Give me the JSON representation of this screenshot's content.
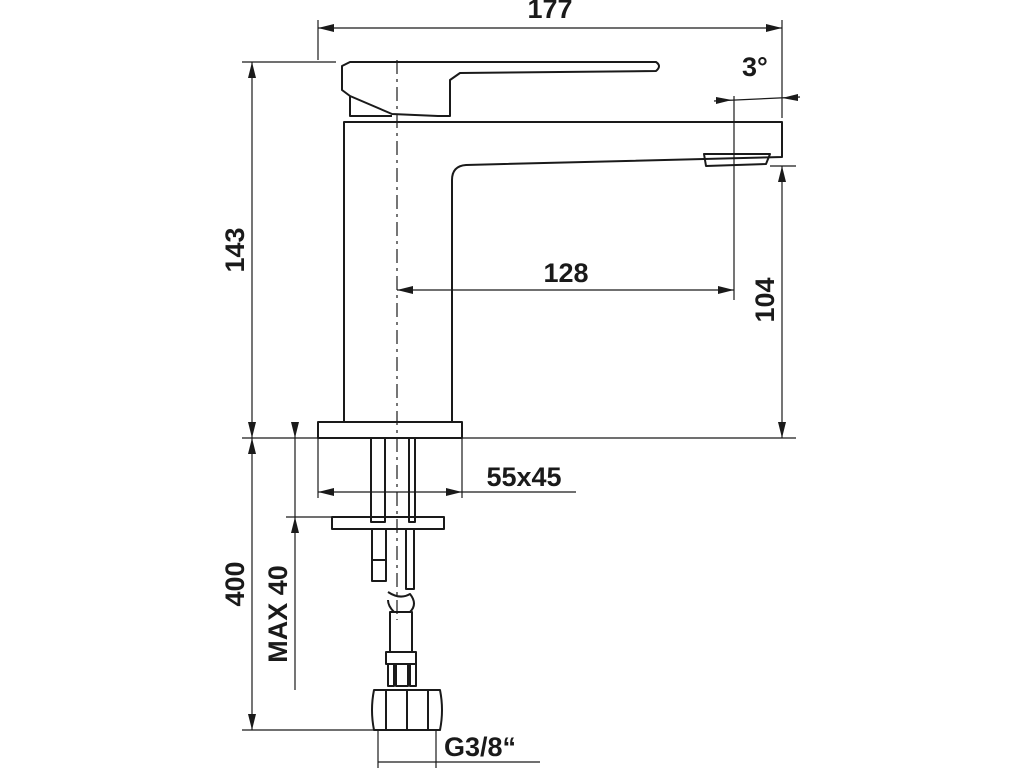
{
  "dimensions": {
    "overall_width": "177",
    "spout_angle": "3°",
    "overall_height": "143",
    "spout_reach": "128",
    "spout_height": "104",
    "base_size": "55x45",
    "hose_length": "400",
    "max_countertop": "MAX 40",
    "connection_thread": "G3/8“"
  },
  "colors": {
    "line": "#1a1a1a",
    "background": "#ffffff"
  }
}
